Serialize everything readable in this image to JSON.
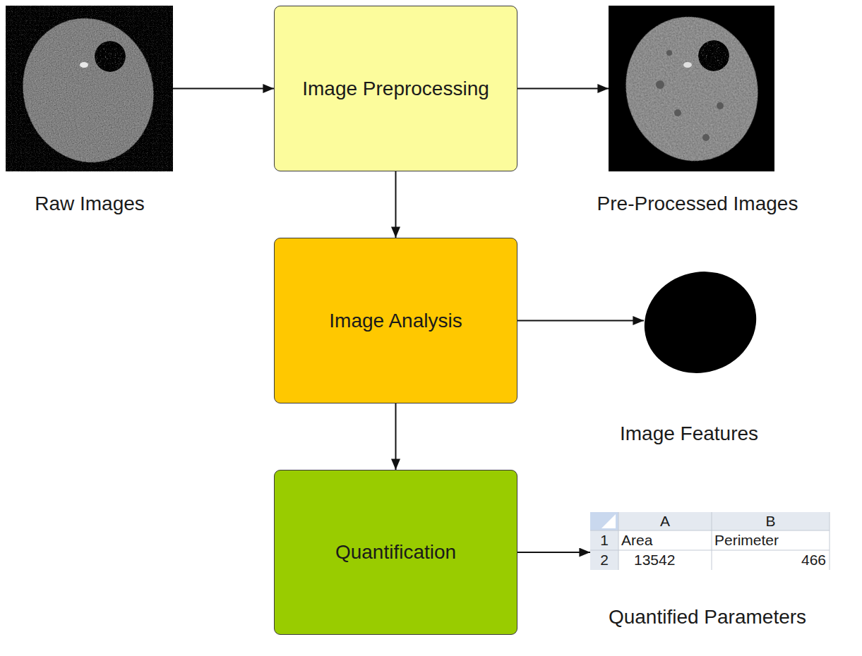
{
  "diagram": {
    "nodes": [
      {
        "text": [
          "Raw Images"
        ]
      },
      {
        "text": [
          "Image Preprocessing"
        ]
      },
      {
        "text": [
          "Pre-Processed Images"
        ]
      },
      {
        "text": [
          "Image Analysis"
        ]
      },
      {
        "text": [
          "Image Features"
        ]
      },
      {
        "text": [
          "Quantification"
        ]
      },
      {
        "text": [
          "Quantified Parameters"
        ]
      }
    ],
    "edges": [
      {
        "from": 0,
        "to": 1,
        "arrow": "to"
      },
      {
        "from": 1,
        "to": 2,
        "arrow": "to"
      },
      {
        "from": 1,
        "to": 3,
        "arrow": "to"
      },
      {
        "from": 3,
        "to": 4,
        "arrow": "to"
      },
      {
        "from": 3,
        "to": 5,
        "arrow": "to"
      },
      {
        "from": 5,
        "to": 6,
        "arrow": "to"
      }
    ],
    "labels": [
      "A",
      "B",
      "1",
      "Area",
      "Perimeter",
      "2",
      "13542",
      "466"
    ]
  }
}
